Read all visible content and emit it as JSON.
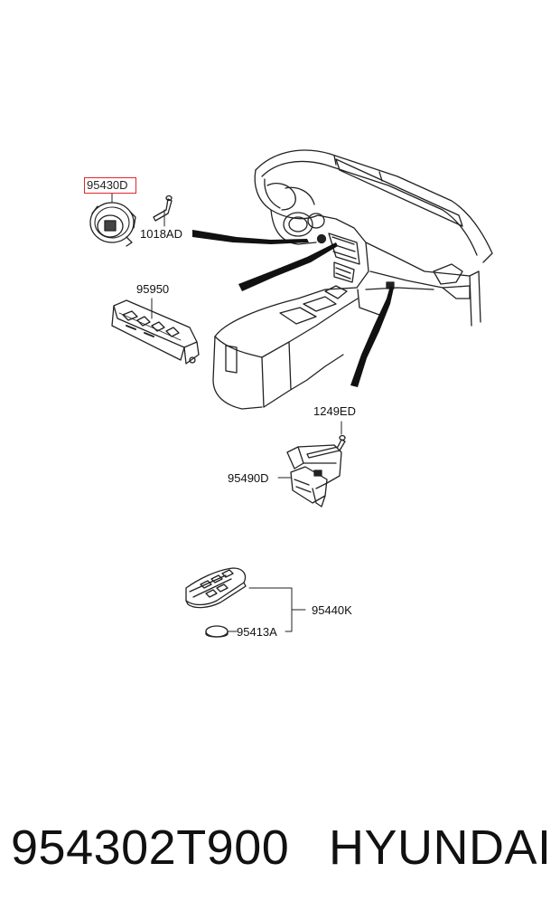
{
  "labels": {
    "start_button": "95430D",
    "screw_start": "1018AD",
    "switch_panel": "95950",
    "screw_antenna": "1249ED",
    "antenna_unit": "95490D",
    "smart_key": "95440K",
    "battery": "95413A"
  },
  "footer": {
    "part_number": "954302T900",
    "brand": "HYUNDAI"
  },
  "colors": {
    "highlight": "#e0262b",
    "line": "#222222"
  }
}
